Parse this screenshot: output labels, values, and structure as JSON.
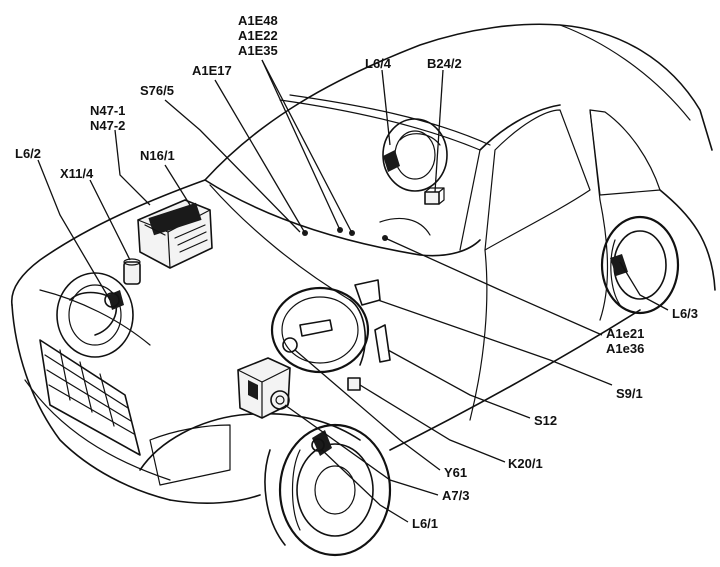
{
  "labels": {
    "A1E48": "A1E48",
    "A1E22": "A1E22",
    "A1E35": "A1E35",
    "L6_4": "L6/4",
    "B24_2": "B24/2",
    "A1E17": "A1E17",
    "S76_5": "S76/5",
    "N47_1": "N47-1",
    "N47_2": "N47-2",
    "L6_2": "L6/2",
    "N16_1": "N16/1",
    "X11_4": "X11/4",
    "L6_3": "L6/3",
    "A1e21": "A1e21",
    "A1e36": "A1e36",
    "S9_1": "S9/1",
    "S12": "S12",
    "K20_1": "K20/1",
    "Y61": "Y61",
    "A7_3": "A7/3",
    "L6_1": "L6/1"
  }
}
